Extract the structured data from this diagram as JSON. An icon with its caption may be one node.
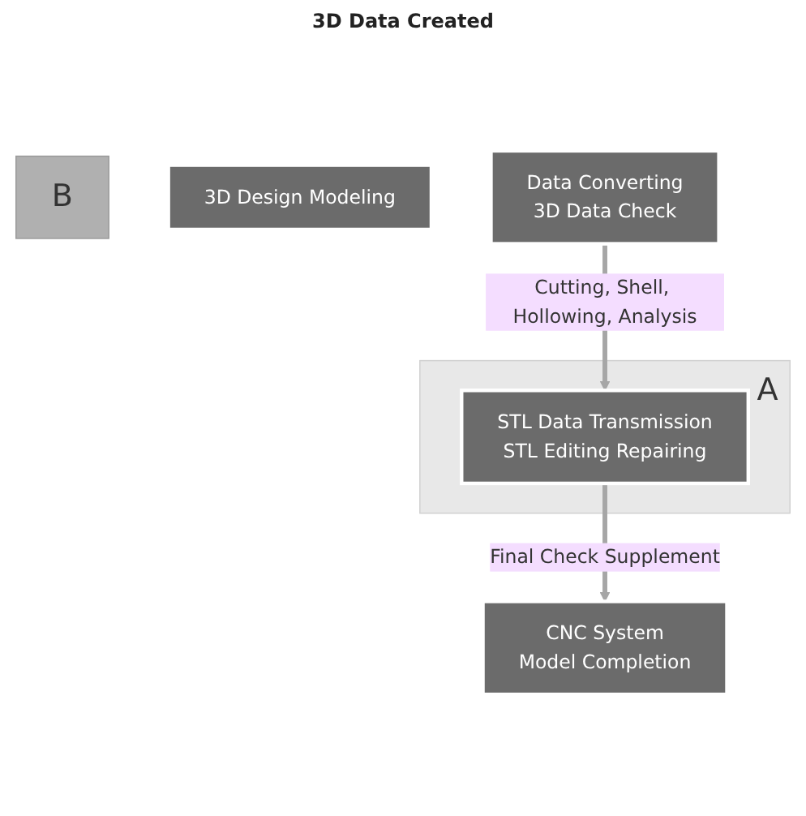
{
  "diagram": {
    "nodes": [
      {
        "text": [
          "B"
        ]
      },
      {
        "text": [
          "A"
        ]
      },
      {
        "text": [
          "3D Design Modeling"
        ]
      },
      {
        "text": [
          "Data Converting",
          "3D Data Check"
        ]
      },
      {
        "text": [
          "STL Data Transmission",
          "STL Editing Repairing"
        ],
        "in": 1
      },
      {
        "text": [
          "CNC System",
          "Model Completion"
        ]
      }
    ],
    "edges": [
      {
        "from": 3,
        "to": 4,
        "arrow": "to",
        "label": "Cutting, Shell, Hollowing, Analysis"
      },
      {
        "from": 4,
        "to": 5,
        "arrow": "to",
        "label": "Final Check Supplement"
      }
    ],
    "labels": [
      "3D Data Created"
    ]
  }
}
